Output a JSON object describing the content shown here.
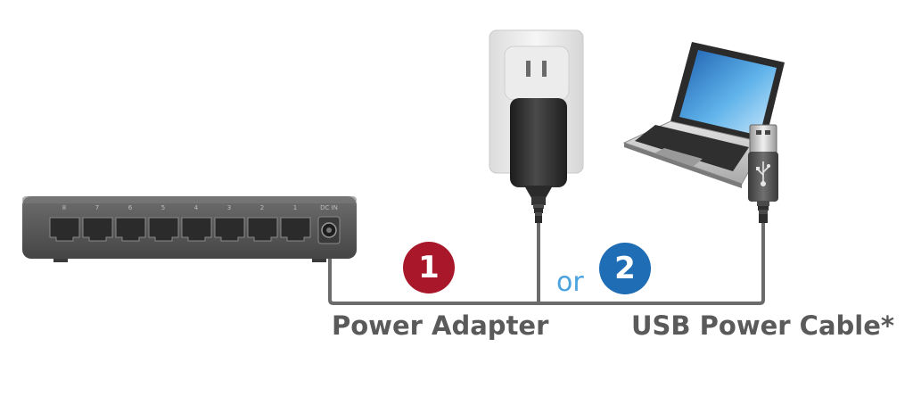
{
  "labels": {
    "power_adapter": "Power Adapter",
    "usb_power_cable": "USB Power Cable*",
    "or": "or"
  },
  "badges": {
    "option_1": "1",
    "option_2": "2"
  },
  "switch": {
    "port_numbers": [
      "8",
      "7",
      "6",
      "5",
      "4",
      "3",
      "2",
      "1"
    ],
    "dc_in_label": "DC IN"
  },
  "colors": {
    "badge_1": "#a8182a",
    "badge_2": "#1f6eb5",
    "or_text": "#4aa3df",
    "label_text": "#5a5a5a",
    "cable": "#6b6b6b",
    "switch_body": "#585858"
  },
  "icons": {
    "switch": "network-switch-icon",
    "wall_outlet": "wall-outlet-icon",
    "adapter": "power-adapter-icon",
    "laptop": "laptop-icon",
    "usb_plug": "usb-plug-icon"
  }
}
